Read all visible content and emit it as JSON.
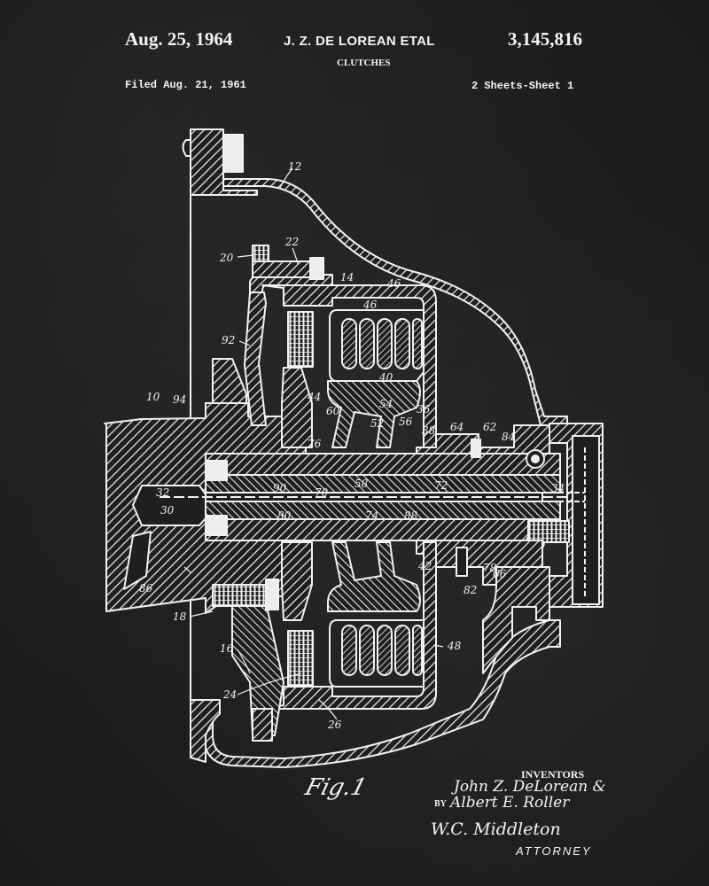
{
  "header": {
    "issue_date": "Aug. 25, 1964",
    "inventor_line": "J. Z. DE LOREAN ETAL",
    "patent_number": "3,145,816",
    "subject": "CLUTCHES",
    "filed": "Filed Aug. 21, 1961",
    "sheets": "2 Sheets-Sheet 1"
  },
  "drawing": {
    "figure_label": "Fig.1",
    "line_color": "#f2f2f2",
    "background_color": "#1f1f1f",
    "reference_numerals": [
      "12",
      "20",
      "22",
      "14",
      "46",
      "46",
      "92",
      "10",
      "94",
      "44",
      "60",
      "40",
      "36",
      "54",
      "52",
      "56",
      "38",
      "64",
      "62",
      "84",
      "76",
      "90",
      "70",
      "58",
      "72",
      "34",
      "32",
      "30",
      "80",
      "74",
      "88",
      "86",
      "18",
      "42",
      "82",
      "78",
      "66",
      "16",
      "24",
      "26",
      "48"
    ]
  },
  "footer": {
    "inventors_heading": "INVENTORS",
    "inventor_1": "John Z. DeLorean &",
    "by_label": "BY",
    "inventor_2": "Albert E. Roller",
    "attorney_signature": "W.C. Middleton",
    "attorney_label": "ATTORNEY"
  }
}
